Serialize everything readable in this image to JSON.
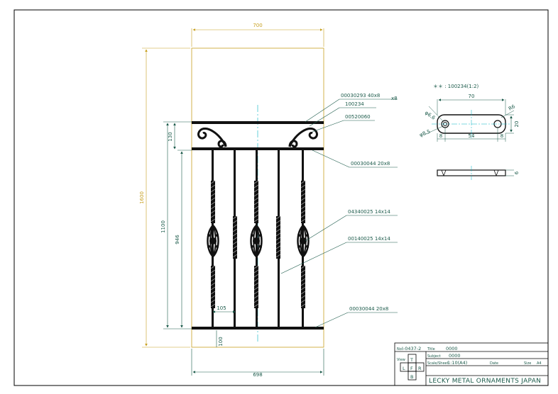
{
  "main_elevation": {
    "dim_top_width": "700",
    "dim_bottom_width": "698",
    "dim_total_height": "1600",
    "dim_frame_height": "1100",
    "dim_inner_height": "946",
    "dim_top_band": "130",
    "dim_bar_spacing": "105",
    "dim_bottom_offset": "100",
    "callouts": [
      {
        "text": "00030293 40x8"
      },
      {
        "text": "x8"
      },
      {
        "text": "100234"
      },
      {
        "text": "00520060"
      },
      {
        "text": "00030044 20x8"
      },
      {
        "text": "04340025 14x14"
      },
      {
        "text": "00140025 14x14"
      },
      {
        "text": "00030044 20x8"
      }
    ]
  },
  "detail": {
    "title": "＊＊ : 100234(1:2)",
    "dim_width": "70",
    "dim_hole_dia": "φ6.6",
    "dim_hole_dia2": "φ8.5",
    "dim_radius": "R6",
    "dim_height": "20",
    "dim_left": "8",
    "dim_center": "54",
    "dim_right": "8",
    "dim_thickness": "6"
  },
  "title_block": {
    "drawing_no_label": "No",
    "drawing_no": "I-0437-2",
    "title_label": "Title",
    "title_value": "0000",
    "subject_label": "Subject",
    "subject_value": "0000",
    "scale_label": "Scale/Sheet",
    "scale_value": "1:10(A4)",
    "date_label": "Date",
    "size_label": "Size",
    "size_value": "A4",
    "view_label": "View",
    "view_t": "T",
    "view_l": "L",
    "view_f": "F",
    "view_r": "R",
    "view_b": "B",
    "company": "LECKY METAL ORNAMENTS JAPAN"
  },
  "colors": {
    "border": "#000000",
    "dim_yellow": "#c8a020",
    "dim_green": "#1b5a4a",
    "centerline": "#00b0c0",
    "metal": "#111111"
  }
}
